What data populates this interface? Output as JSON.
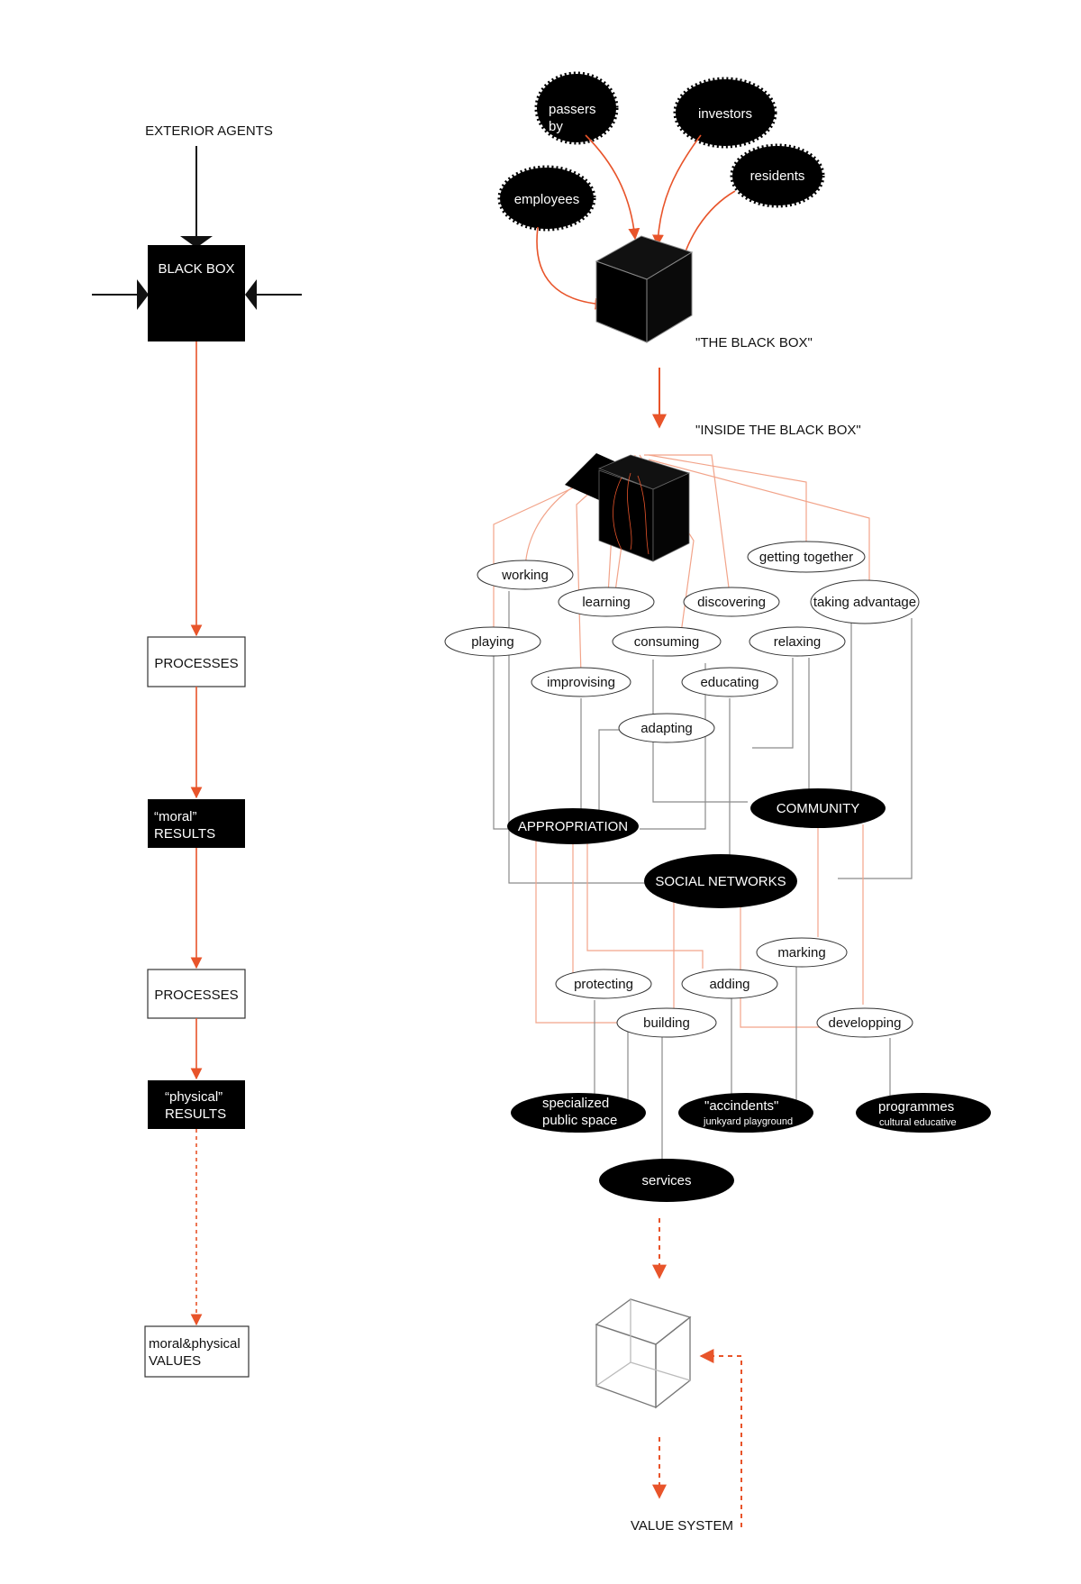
{
  "colors": {
    "accent": "#e8542a",
    "accent_light": "#f2a48a",
    "ink": "#111111",
    "line_gray": "#8a8a8a"
  },
  "left": {
    "exterior_agents": "EXTERIOR AGENTS",
    "black_box": "BLACK BOX",
    "processes_1": "PROCESSES",
    "moral_results": [
      "“moral”",
      "RESULTS"
    ],
    "processes_2": "PROCESSES",
    "physical_results": [
      "“physical”",
      "RESULTS"
    ],
    "values": [
      "moral&physical",
      "VALUES"
    ]
  },
  "right": {
    "agents": {
      "passers_by": [
        "passers",
        "by"
      ],
      "investors": "investors",
      "residents": "residents",
      "employees": "employees"
    },
    "the_black_box": "\"THE BLACK BOX\"",
    "inside_the_black_box": "\"INSIDE THE BLACK BOX\"",
    "activities": {
      "working": "working",
      "getting_together": "getting together",
      "learning": "learning",
      "discovering": "discovering",
      "taking_advantage": "taking advantage",
      "playing": "playing",
      "consuming": "consuming",
      "relaxing": "relaxing",
      "improvising": "improvising",
      "educating": "educating",
      "adapting": "adapting"
    },
    "hubs": {
      "appropriation": "APPROPRIATION",
      "community": "COMMUNITY",
      "social_networks": "SOCIAL NETWORKS"
    },
    "actions": {
      "marking": "marking",
      "protecting": "protecting",
      "adding": "adding",
      "building": "building",
      "developping": "developping"
    },
    "outcomes": {
      "specialized_public_space": [
        "specialized",
        "public space"
      ],
      "accidents": [
        "\"accindents\"",
        "junkyard playground"
      ],
      "programmes": [
        "programmes",
        "cultural educative"
      ],
      "services": "services"
    },
    "value_system": "VALUE SYSTEM"
  }
}
